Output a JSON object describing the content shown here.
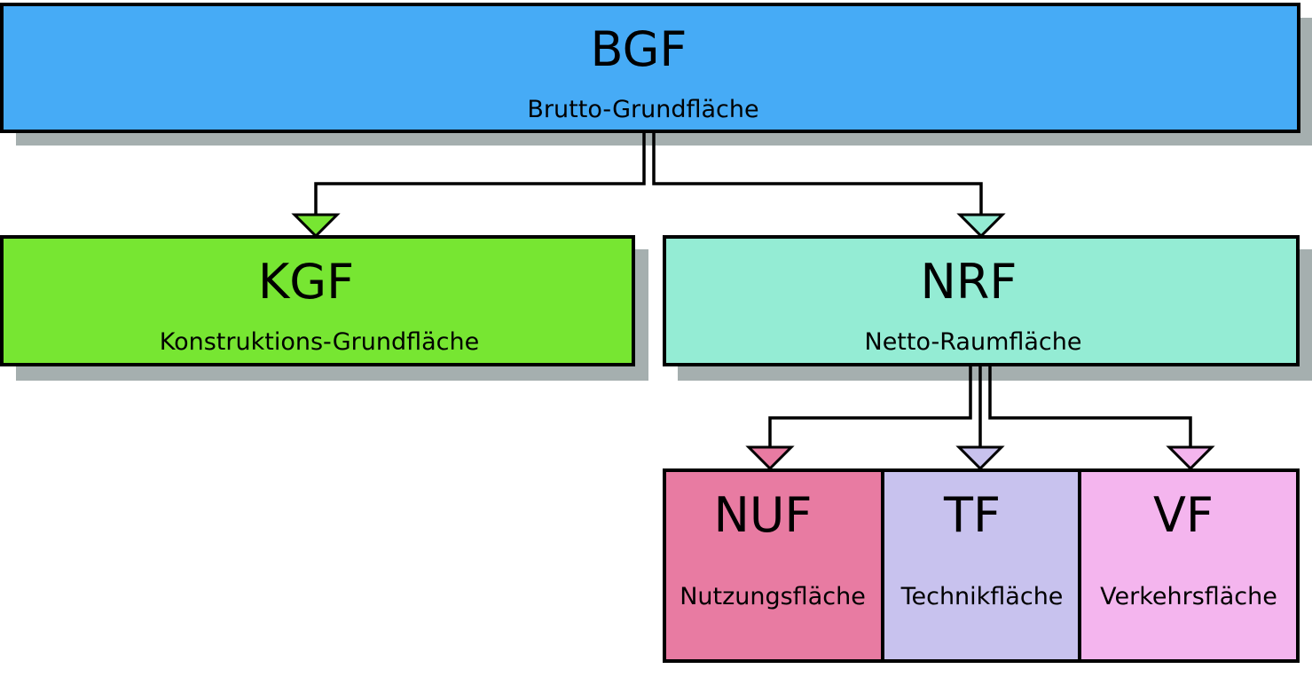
{
  "colors": {
    "bgf": "#46abf6",
    "kgf": "#77e632",
    "nrf": "#94ecd4",
    "nuf": "#e87ba2",
    "tf": "#c8c2ee",
    "vf": "#f4b5ee",
    "shadow": "#a5afaf"
  },
  "nodes": {
    "bgf": {
      "abbr": "BGF",
      "full": "Brutto-Grundfläche"
    },
    "kgf": {
      "abbr": "KGF",
      "full": "Konstruktions-Grundfläche"
    },
    "nrf": {
      "abbr": "NRF",
      "full": "Netto-Raumfläche"
    },
    "nuf": {
      "abbr": "NUF",
      "full": "Nutzungsfläche"
    },
    "tf": {
      "abbr": "TF",
      "full": "Technikfläche"
    },
    "vf": {
      "abbr": "VF",
      "full": "Verkehrsfläche"
    }
  },
  "edges": [
    {
      "from": "BGF",
      "to": "KGF"
    },
    {
      "from": "BGF",
      "to": "NRF"
    },
    {
      "from": "NRF",
      "to": "NUF"
    },
    {
      "from": "NRF",
      "to": "TF"
    },
    {
      "from": "NRF",
      "to": "VF"
    }
  ]
}
